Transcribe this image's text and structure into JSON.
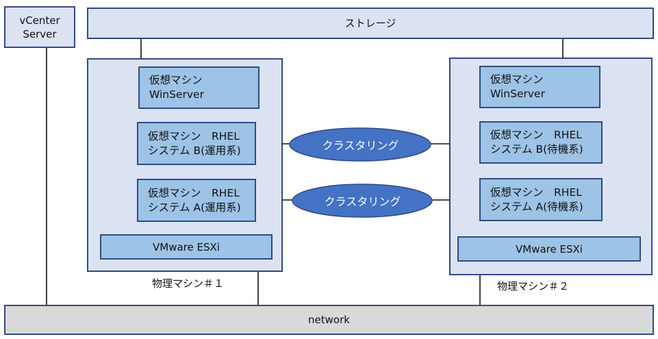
{
  "vcenter": {
    "line1": "vCenter",
    "line2": "Server"
  },
  "storage": {
    "label": "ストレージ"
  },
  "network": {
    "label": "network"
  },
  "host1": {
    "label": "物理マシン＃１",
    "vm_win": {
      "line1": "仮想マシン",
      "line2": "WinServer"
    },
    "vm_b": {
      "line1": "仮想マシン　RHEL",
      "line2": "システム B(運用系)"
    },
    "vm_a": {
      "line1": "仮想マシン　RHEL",
      "line2": "システム A(運用系)"
    },
    "hypervisor": "VMware ESXi"
  },
  "host2": {
    "label": "物理マシン＃２",
    "vm_win": {
      "line1": "仮想マシン",
      "line2": "WinServer"
    },
    "vm_b": {
      "line1": "仮想マシン　RHEL",
      "line2": "システム B(待機系)"
    },
    "vm_a": {
      "line1": "仮想マシン　RHEL",
      "line2": "システム A(待機系)"
    },
    "hypervisor": "VMware ESXi"
  },
  "clustering": {
    "top": "クラスタリング",
    "bottom": "クラスタリング"
  },
  "colors": {
    "border": "#2f4a86",
    "pale_fill": "#dbe3f3",
    "vm_fill": "#9dc3e6",
    "ellipse_fill": "#4472c4",
    "network_fill": "#d9d9d9"
  }
}
